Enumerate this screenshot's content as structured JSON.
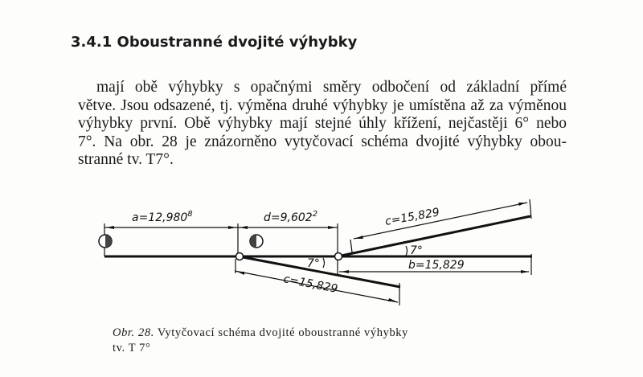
{
  "heading": "3.4.1 Oboustranné dvojité výhybky",
  "paragraph": [
    "mají obě výhybky s opačnými směry odbočení od základní přímé",
    "větve. Jsou odsazené, tj. výměna druhé výhybky je umístěna až za výměnou",
    "výhybky první. Obě výhybky mají stejné úhly křížení, nejčastěji 6° nebo",
    "7°. Na obr. 28 je znázorněno vytyčovací schéma dvojité výhybky obou-",
    "stranné tv. T7°."
  ],
  "figure": {
    "label_a": "a=12,980",
    "label_a_sup": "8",
    "label_d": "d=9,602",
    "label_d_sup": "2",
    "label_c_upper": "c=15,829",
    "label_b": "b=15,829",
    "label_c_lower": "c=15,829",
    "angle_upper": "7°",
    "angle_lower": "7°"
  },
  "caption": {
    "number": "Obr. 28.",
    "text_line1": "Vytyčovací schéma dvojité oboustranné výhybky",
    "text_line2": "tv. T 7°"
  }
}
